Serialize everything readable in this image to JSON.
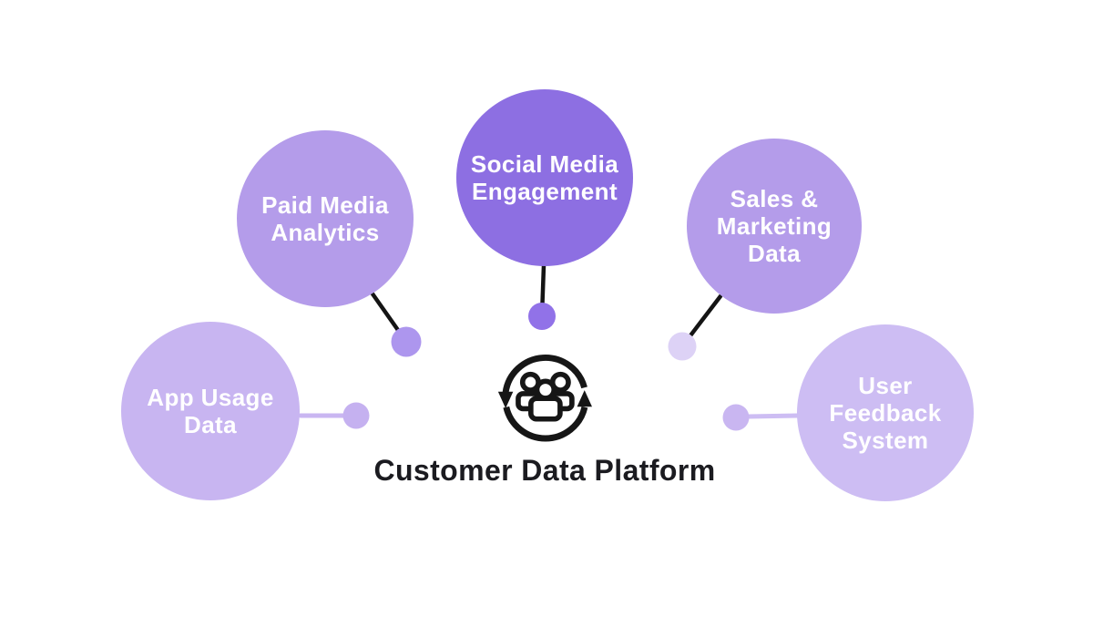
{
  "diagram": {
    "title": "Customer Data Platform",
    "center_icon": "people-sync-icon",
    "background_color": "#ffffff",
    "title_color": "#1b1b20",
    "icon_stroke_color": "#161616"
  },
  "nodes": [
    {
      "id": "app-usage",
      "label": "App Usage\nData",
      "color": "#c8b5f1",
      "text_color": "#ffffff",
      "dot_color": "#c5b1f0",
      "line_color": "#c9b6f1"
    },
    {
      "id": "paid-media",
      "label": "Paid Media\nAnalytics",
      "color": "#b49cea",
      "text_color": "#ffffff",
      "dot_color": "#ad96ee",
      "line_color": "#141414"
    },
    {
      "id": "social-media",
      "label": "Social Media\nEngagement",
      "color": "#8d6fe2",
      "text_color": "#ffffff",
      "dot_color": "#9172e8",
      "line_color": "#141414"
    },
    {
      "id": "sales-marketing",
      "label": "Sales &\nMarketing\nData",
      "color": "#b49cea",
      "text_color": "#ffffff",
      "dot_color": "#ddd2f6",
      "line_color": "#141414"
    },
    {
      "id": "user-feedback",
      "label": "User\nFeedback\nSystem",
      "color": "#cdbdf3",
      "text_color": "#ffffff",
      "dot_color": "#c9b6f1",
      "line_color": "#cdbdf3"
    }
  ]
}
